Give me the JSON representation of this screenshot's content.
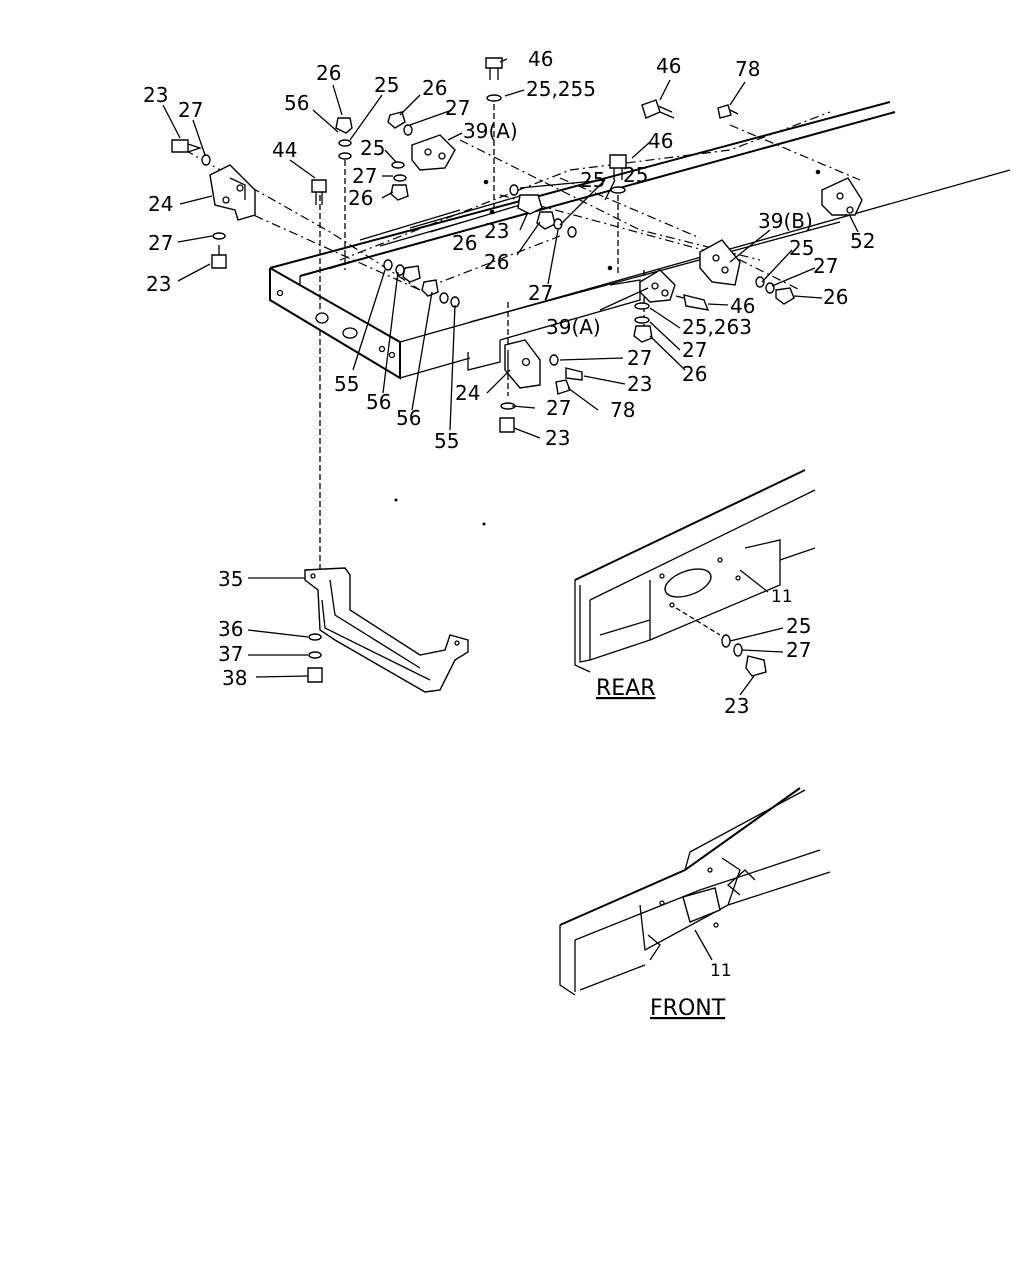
{
  "callouts": {
    "c23_tl": "23",
    "c27_tl": "27",
    "c24_l": "24",
    "c27_l": "27",
    "c23_l": "23",
    "c56_t": "56",
    "c26_t": "26",
    "c25_t": "25",
    "c44": "44",
    "c26_t2": "26",
    "c27_t2": "27",
    "c39a_t": "39(A)",
    "c25_m": "25",
    "c27_m": "27",
    "c26_m": "26",
    "c46_t": "46",
    "c25_255": "25,255",
    "c23_m": "23",
    "c26_m2": "26",
    "c26_m3": "26",
    "c27_m2": "27",
    "c25_r1": "25",
    "c25_r2": "25",
    "c46_m": "46",
    "c46_tr": "46",
    "c78_tr": "78",
    "c52": "52",
    "c39b": "39(B)",
    "c25_r3": "25",
    "c27_r3": "27",
    "c26_r3": "26",
    "c39a_b": "39(A)",
    "c46_b": "46",
    "c25_263": "25,263",
    "c27_b": "27",
    "c26_b": "26",
    "c55_a": "55",
    "c56_a": "56",
    "c56_b": "56",
    "c55_b": "55",
    "c24_b": "24",
    "c27_b2": "27",
    "c23_b": "23",
    "c78_b": "78",
    "c27_b3": "27",
    "c23_b2": "23",
    "c35": "35",
    "c36": "36",
    "c37": "37",
    "c38": "38",
    "c11_rear": "11",
    "c25_rear": "25",
    "c27_rear": "27",
    "c23_rear": "23",
    "c11_front": "11"
  },
  "sections": {
    "rear": "REAR",
    "front": "FRONT"
  }
}
